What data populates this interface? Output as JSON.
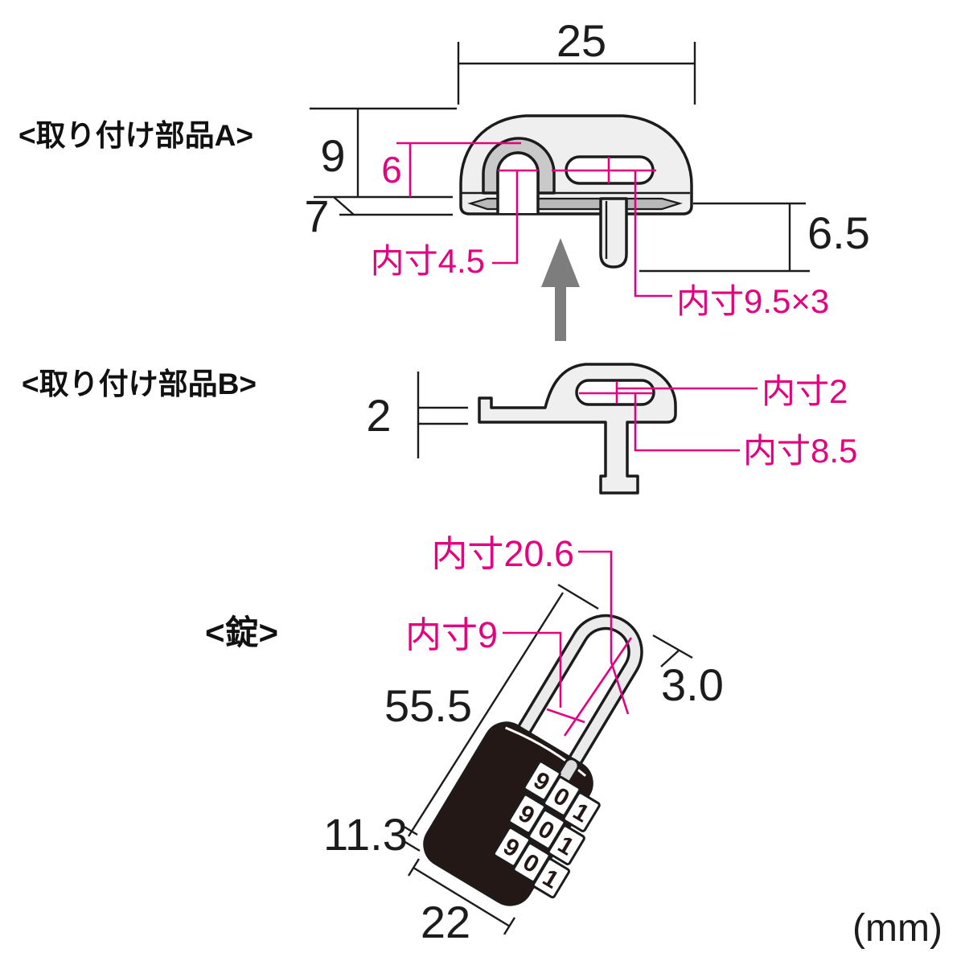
{
  "unit_note": "(mm)",
  "colors": {
    "accent_pink": "#e4007f",
    "line": "#1c1c1c",
    "part_fill": "#efefef",
    "part_shade": "#c9c9c9",
    "channel": "#b9b9b9",
    "arrow_gray": "#7d7d7d",
    "lock_body": "#231815",
    "dial_face": "#ffffff"
  },
  "part_a": {
    "label": "<取り付け部品A>",
    "dims": {
      "width": "25",
      "height": "9",
      "hook_height": "6",
      "hook_depth": "7",
      "notch_inner": "内寸4.5",
      "prong_drop": "6.5",
      "slot_inner": "内寸9.5×3"
    }
  },
  "part_b": {
    "label": "<取り付け部品B>",
    "dims": {
      "plate_thickness": "2",
      "slot_height_inner": "内寸2",
      "slot_width_inner": "内寸8.5"
    }
  },
  "lock": {
    "label": "<錠>",
    "dims": {
      "shackle_inner_length": "内寸20.6",
      "shackle_inner_width": "内寸9",
      "overall_height": "55.5",
      "shackle_diameter": "3.0",
      "body_thickness": "11.3",
      "body_width": "22"
    },
    "dials": [
      {
        "d": [
          "9",
          "0",
          "1"
        ]
      },
      {
        "d": [
          "9",
          "0",
          "1"
        ]
      },
      {
        "d": [
          "9",
          "0",
          "1"
        ]
      }
    ]
  }
}
